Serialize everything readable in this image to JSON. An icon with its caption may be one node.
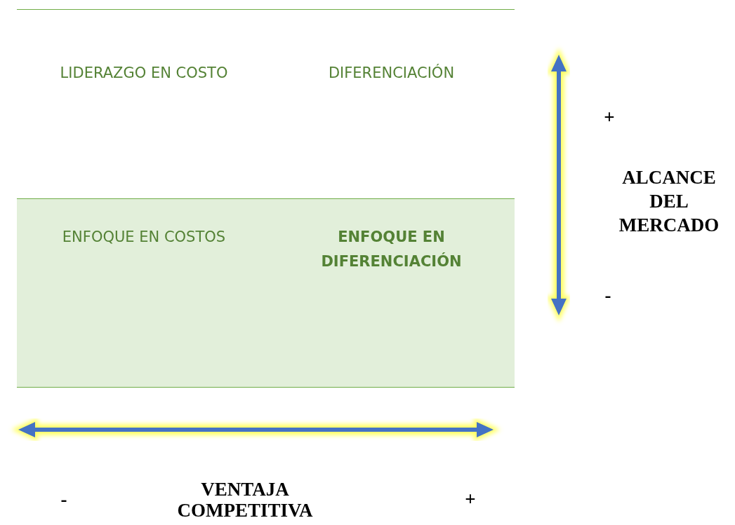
{
  "diagram": {
    "nodes": [
      {
        "text": [
          "LIDERAZGO EN COSTO",
          "DIFERENCIACIÓN"
        ]
      },
      {
        "text": [
          "ENFOQUE EN COSTOS",
          "ENFOQUE EN DIFERENCIACIÓN"
        ]
      }
    ],
    "edges": [],
    "labels": [
      "+",
      "ALCANCE DEL MERCADO",
      "-",
      "-",
      "VENTAJA COMPETITIVA",
      "+"
    ]
  }
}
